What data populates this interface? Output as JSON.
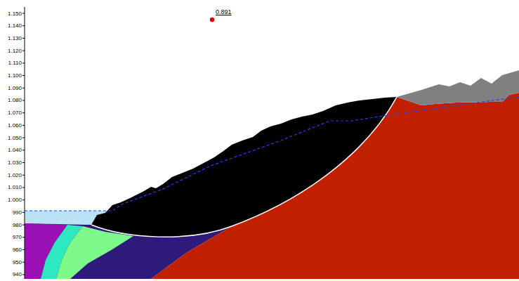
{
  "diagram": {
    "labels": [
      "1.150",
      "1.140",
      "1.130",
      "1.120",
      "1.110",
      "1.100",
      "1.090",
      "1.080",
      "1.070",
      "1.060",
      "1.050",
      "1.040",
      "1.030",
      "1.020",
      "1.010",
      "1.000",
      "990",
      "980",
      "970",
      "960",
      "950",
      "940",
      "0.891"
    ]
  }
}
